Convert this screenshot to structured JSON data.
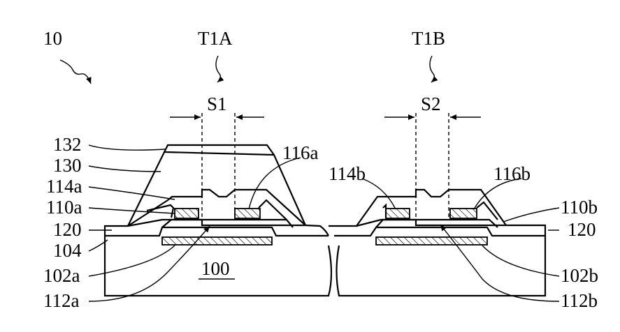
{
  "figure": {
    "labels": {
      "device": "10",
      "tft_a": "T1A",
      "tft_b": "T1B",
      "spacing_a": "S1",
      "spacing_b": "S2",
      "substrate": "100",
      "gate_a": "102a",
      "gate_b": "102b",
      "gate_insulator": "104",
      "channel_a": "110a",
      "channel_b": "110b",
      "contact_a": "112a",
      "contact_b": "112b",
      "source_a": "114a",
      "source_b": "114b",
      "drain_a": "116a",
      "drain_b": "116b",
      "passivation_left": "120",
      "passivation_right": "120",
      "layer_130": "130",
      "layer_132": "132"
    }
  }
}
